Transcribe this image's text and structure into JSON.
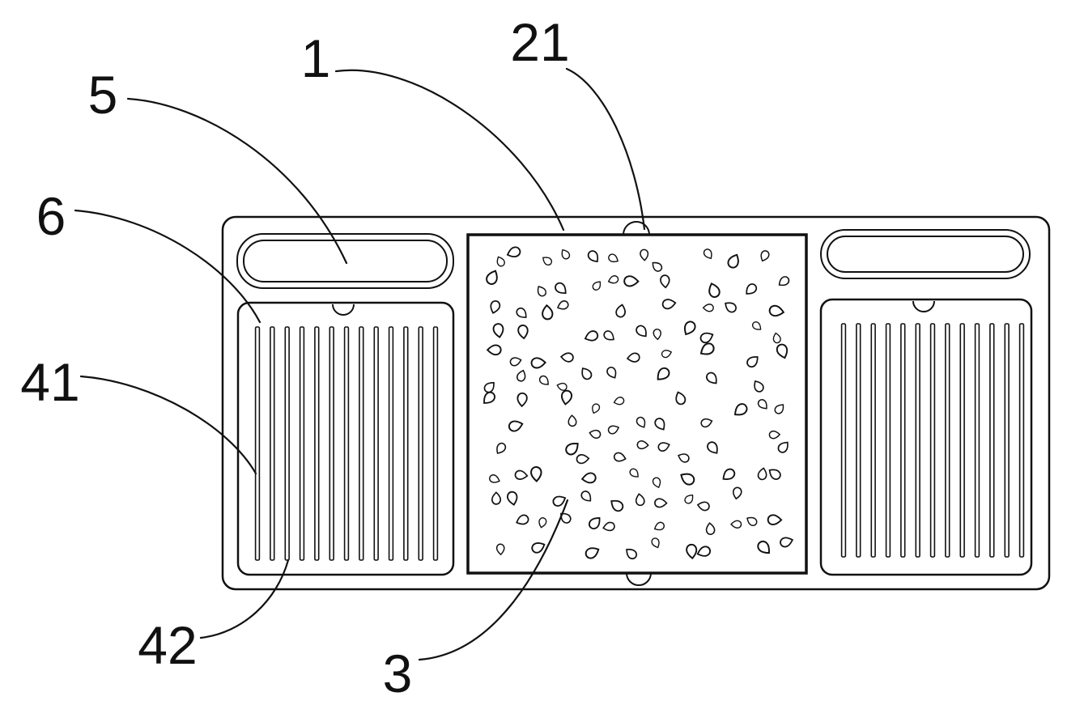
{
  "figure": {
    "type": "patent-line-drawing",
    "background": "#ffffff",
    "line_color": "#111111",
    "labels": {
      "n1": "1",
      "n21": "21",
      "n5": "5",
      "n6": "6",
      "n41": "41",
      "n42": "42",
      "n3": "3"
    },
    "parts": {
      "n1": "device-body",
      "n21": "top-center-notch",
      "n5": "top-left-vent-slot",
      "n6": "left-grille-panel",
      "n41": "left-grille-bars",
      "n42": "grille-bar-lower-end",
      "n3": "center-perforated-panel"
    }
  }
}
